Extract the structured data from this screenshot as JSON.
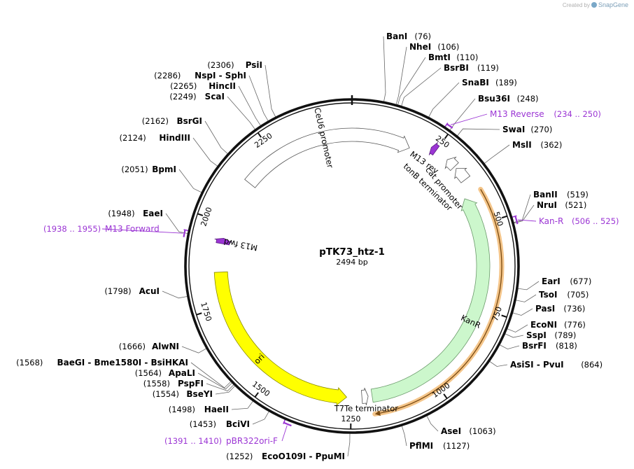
{
  "branding": {
    "created_by": "Created by",
    "product": "SnapGene"
  },
  "plasmid": {
    "name": "pTK73_htz-1",
    "size_label": "2494 bp",
    "length": 2494
  },
  "ruler_ticks": [
    {
      "pos": 250,
      "label": "250"
    },
    {
      "pos": 500,
      "label": "500"
    },
    {
      "pos": 750,
      "label": "750"
    },
    {
      "pos": 1000,
      "label": "1000"
    },
    {
      "pos": 1250,
      "label": "1250"
    },
    {
      "pos": 1500,
      "label": "1500"
    },
    {
      "pos": 1750,
      "label": "1750"
    },
    {
      "pos": 2000,
      "label": "2000"
    },
    {
      "pos": 2250,
      "label": "2250"
    }
  ],
  "features": [
    {
      "name": "CeU6 promoter",
      "start": 2140,
      "end": 180,
      "direction": 1,
      "color": "#ffffff",
      "ring": "mid"
    },
    {
      "name": "M13 rev",
      "start": 234,
      "end": 250,
      "direction": -1,
      "color": "#9b35d4",
      "ring": "inner"
    },
    {
      "name": "tonB terminator",
      "start": 290,
      "end": 318,
      "direction": -1,
      "color": "#ffffff",
      "ring": "inner"
    },
    {
      "name": "cat promoter",
      "start": 325,
      "end": 365,
      "direction": -1,
      "color": "#ffffff",
      "ring": "inner"
    },
    {
      "name": "KanR",
      "start": 410,
      "end": 1186,
      "direction": -1,
      "color": "#ccf7cc",
      "ring": "mid"
    },
    {
      "name": "T7Te terminator",
      "start": 1198,
      "end": 1217,
      "direction": -1,
      "color": "#ffffff",
      "ring": "mid"
    },
    {
      "name": "ori",
      "start": 1263,
      "end": 1852,
      "direction": -1,
      "color": "#ffff00",
      "ring": "mid"
    },
    {
      "name": "M13 fwd",
      "start": 1938,
      "end": 1955,
      "direction": 1,
      "color": "#9b35d4",
      "ring": "mid"
    }
  ],
  "orf": {
    "start": 410,
    "end": 1186,
    "direction": -1
  },
  "sites": [
    {
      "enzyme": "BanI",
      "pos": 76,
      "pos_label": "(76)"
    },
    {
      "enzyme": "NheI",
      "pos": 106,
      "pos_label": "(106)"
    },
    {
      "enzyme": "BmtI",
      "pos": 110,
      "pos_label": "(110)"
    },
    {
      "enzyme": "BsrBI",
      "pos": 119,
      "pos_label": "(119)"
    },
    {
      "enzyme": "SnaBI",
      "pos": 189,
      "pos_label": "(189)"
    },
    {
      "enzyme": "Bsu36I",
      "pos": 248,
      "pos_label": "(248)"
    },
    {
      "enzyme": "SwaI",
      "pos": 270,
      "pos_label": "(270)"
    },
    {
      "enzyme": "MslI",
      "pos": 362,
      "pos_label": "(362)"
    },
    {
      "enzyme": "BanII",
      "pos": 519,
      "pos_label": "(519)"
    },
    {
      "enzyme": "NruI",
      "pos": 521,
      "pos_label": "(521)"
    },
    {
      "enzyme": "EarI",
      "pos": 677,
      "pos_label": "(677)"
    },
    {
      "enzyme": "TsoI",
      "pos": 705,
      "pos_label": "(705)"
    },
    {
      "enzyme": "PasI",
      "pos": 736,
      "pos_label": "(736)"
    },
    {
      "enzyme": "EcoNI",
      "pos": 776,
      "pos_label": "(776)"
    },
    {
      "enzyme": "SspI",
      "pos": 789,
      "pos_label": "(789)"
    },
    {
      "enzyme": "BsrFI",
      "pos": 818,
      "pos_label": "(818)"
    },
    {
      "enzyme": "AsiSI - PvuI",
      "pos": 864,
      "pos_label": "(864)"
    },
    {
      "enzyme": "AseI",
      "pos": 1063,
      "pos_label": "(1063)"
    },
    {
      "enzyme": "PflMI",
      "pos": 1127,
      "pos_label": "(1127)"
    },
    {
      "enzyme": "EcoO109I - PpuMI",
      "pos": 1252,
      "pos_label": "(1252)"
    },
    {
      "enzyme": "BciVI",
      "pos": 1453,
      "pos_label": "(1453)"
    },
    {
      "enzyme": "HaeII",
      "pos": 1498,
      "pos_label": "(1498)"
    },
    {
      "enzyme": "BseYI",
      "pos": 1554,
      "pos_label": "(1554)"
    },
    {
      "enzyme": "PspFI",
      "pos": 1558,
      "pos_label": "(1558)"
    },
    {
      "enzyme": "ApaLI",
      "pos": 1564,
      "pos_label": "(1564)"
    },
    {
      "enzyme": "BaeGI - Bme1580I - BsiHKAI",
      "pos": 1568,
      "pos_label": "(1568)"
    },
    {
      "enzyme": "AlwNI",
      "pos": 1666,
      "pos_label": "(1666)"
    },
    {
      "enzyme": "AcuI",
      "pos": 1798,
      "pos_label": "(1798)"
    },
    {
      "enzyme": "EaeI",
      "pos": 1948,
      "pos_label": "(1948)"
    },
    {
      "enzyme": "BpmI",
      "pos": 2051,
      "pos_label": "(2051)"
    },
    {
      "enzyme": "HindIII",
      "pos": 2124,
      "pos_label": "(2124)"
    },
    {
      "enzyme": "BsrGI",
      "pos": 2162,
      "pos_label": "(2162)"
    },
    {
      "enzyme": "ScaI",
      "pos": 2249,
      "pos_label": "(2249)"
    },
    {
      "enzyme": "HincII",
      "pos": 2265,
      "pos_label": "(2265)"
    },
    {
      "enzyme": "NspI - SphI",
      "pos": 2286,
      "pos_label": "(2286)"
    },
    {
      "enzyme": "PsiI",
      "pos": 2306,
      "pos_label": "(2306)"
    }
  ],
  "primers": [
    {
      "name": "M13 Reverse",
      "range": "(234 .. 250)",
      "start": 234,
      "end": 250,
      "direction": -1
    },
    {
      "name": "Kan-R",
      "range": "(506 .. 525)",
      "start": 506,
      "end": 525,
      "direction": -1
    },
    {
      "name": "pBR322ori-F",
      "range": "(1391 .. 1410)",
      "start": 1391,
      "end": 1410,
      "direction": 1
    },
    {
      "name": "M13 Forward",
      "range": "(1938 .. 1955)",
      "start": 1938,
      "end": 1955,
      "direction": 1
    }
  ],
  "colors": {
    "backbone": "#111111",
    "primer": "#9b35d4",
    "orf_glow": "#f4c58a",
    "orf_line": "#7a4a10"
  }
}
